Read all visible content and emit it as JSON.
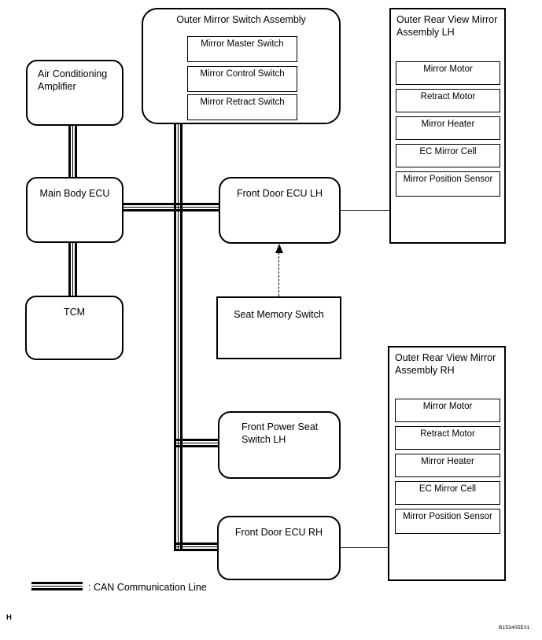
{
  "colors": {
    "line": "#000000",
    "background": "#ffffff",
    "text": "#000000"
  },
  "nodes": {
    "outer_mirror_switch_assembly": {
      "label": "Outer Mirror Switch Assembly",
      "items": [
        "Mirror Master Switch",
        "Mirror Control Switch",
        "Mirror Retract Switch"
      ]
    },
    "outer_rear_view_mirror_assembly_lh": {
      "label": "Outer Rear View Mirror Assembly LH",
      "items": [
        "Mirror Motor",
        "Retract Motor",
        "Mirror Heater",
        "EC Mirror Cell",
        "Mirror Position Sensor"
      ]
    },
    "outer_rear_view_mirror_assembly_rh": {
      "label": "Outer Rear View Mirror Assembly RH",
      "items": [
        "Mirror Motor",
        "Retract Motor",
        "Mirror Heater",
        "EC Mirror Cell",
        "Mirror Position Sensor"
      ]
    },
    "air_conditioning_amplifier": {
      "label": "Air Conditioning Amplifier"
    },
    "main_body_ecu": {
      "label": "Main Body ECU"
    },
    "tcm": {
      "label": "TCM"
    },
    "front_door_ecu_lh": {
      "label": "Front Door ECU LH"
    },
    "seat_memory_switch": {
      "label": "Seat Memory Switch"
    },
    "front_power_seat_switch_lh": {
      "label": "Front Power Seat Switch LH"
    },
    "front_door_ecu_rh": {
      "label": "Front Door ECU RH"
    }
  },
  "connections": [
    {
      "from": "air_conditioning_amplifier",
      "to": "main_body_ecu",
      "type": "can"
    },
    {
      "from": "main_body_ecu",
      "to": "tcm",
      "type": "can"
    },
    {
      "from": "main_body_ecu",
      "to": "front_door_ecu_lh",
      "type": "can"
    },
    {
      "from": "outer_mirror_switch_assembly",
      "to": "can_bus",
      "type": "can"
    },
    {
      "from": "can_bus",
      "to": "front_power_seat_switch_lh",
      "type": "can"
    },
    {
      "from": "can_bus",
      "to": "front_door_ecu_rh",
      "type": "can"
    },
    {
      "from": "front_door_ecu_lh",
      "to": "outer_rear_view_mirror_assembly_lh",
      "type": "wire"
    },
    {
      "from": "front_door_ecu_rh",
      "to": "outer_rear_view_mirror_assembly_rh",
      "type": "wire"
    },
    {
      "from": "seat_memory_switch",
      "to": "front_door_ecu_lh",
      "type": "arrow"
    }
  ],
  "legend": {
    "label": ": CAN Communication Line"
  },
  "footer": {
    "left_marker": "H",
    "figure_code": "B153405E01"
  }
}
